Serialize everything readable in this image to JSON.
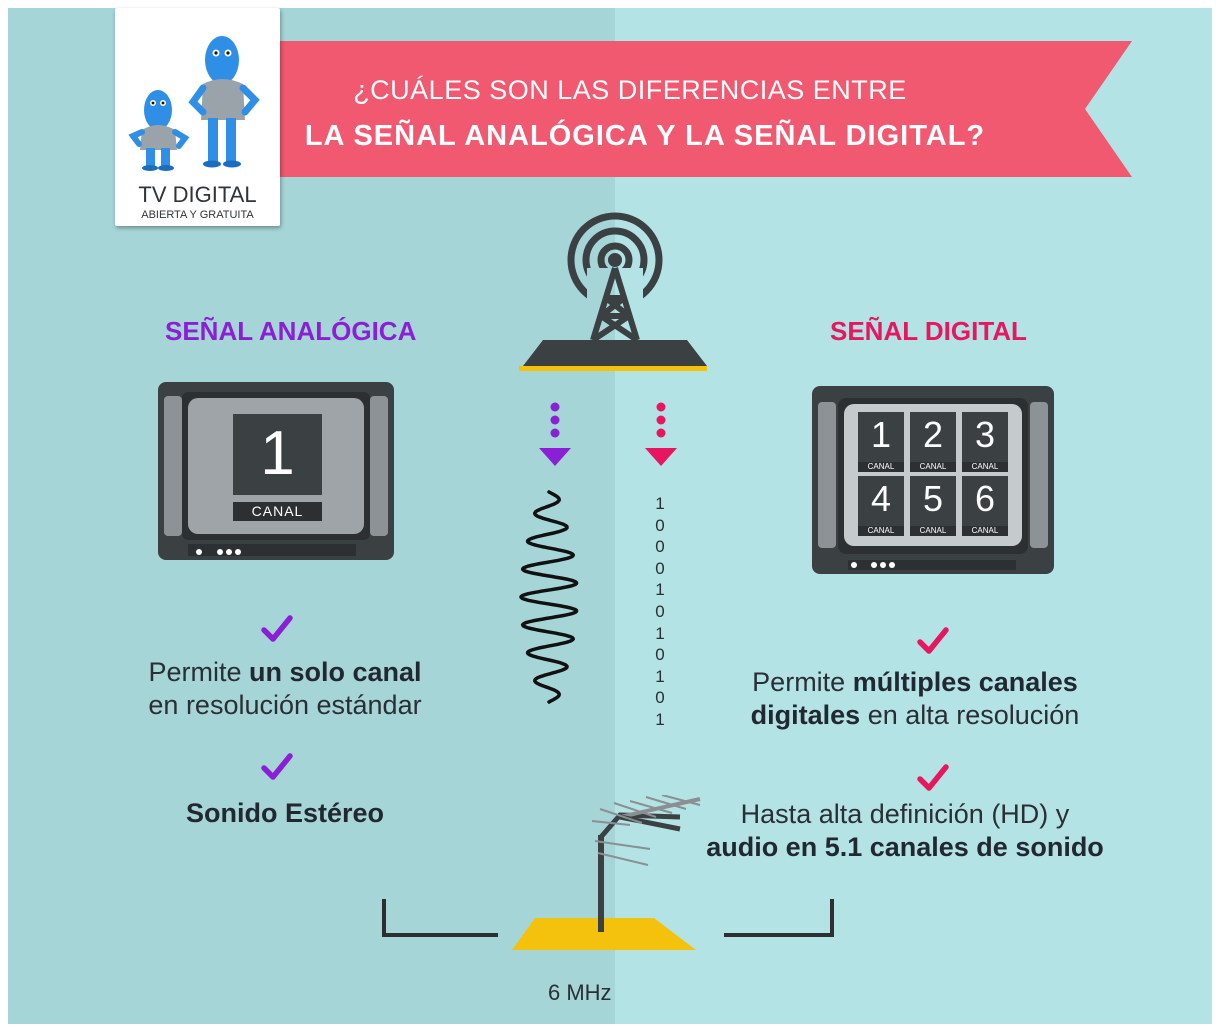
{
  "logo": {
    "title": "TV DIGITAL",
    "subtitle": "ABIERTA Y GRATUITA"
  },
  "header": {
    "line1": "¿CUÁLES SON LAS DIFERENCIAS ENTRE",
    "line2": "LA SEÑAL ANALÓGICA Y LA SEÑAL DIGITAL?"
  },
  "analog": {
    "title": "SEÑAL ANALÓGICA",
    "channel_number": "1",
    "channel_label": "CANAL",
    "features": [
      {
        "pre": "Permite ",
        "bold": "un solo canal",
        "post": "en resolución estándar"
      },
      {
        "pre": "",
        "bold": "Sonido Estéreo",
        "post": ""
      }
    ]
  },
  "digital": {
    "title": "SEÑAL DIGITAL",
    "channels": [
      "1",
      "2",
      "3",
      "4",
      "5",
      "6"
    ],
    "channel_label": "CANAL",
    "bits": [
      "1",
      "0",
      "0",
      "0",
      "1",
      "0",
      "1",
      "0",
      "1",
      "0",
      "1"
    ],
    "feature1": {
      "pre": "Permite ",
      "bold1": "múltiples canales",
      "bold2": "digitales",
      "post": " en alta resolución"
    },
    "feature2": {
      "line1": "Hasta alta definición (HD) y",
      "bold": "audio en 5.1 canales de sonido"
    }
  },
  "bandwidth": "6 MHz",
  "colors": {
    "analog_accent": "#8b1fd6",
    "digital_accent": "#e8155f",
    "banner": "#f0596f",
    "left_bg": "#a6d5d8",
    "right_bg": "#b3e3e5",
    "yellow": "#f4c20d",
    "dark": "#3b4043"
  },
  "icons": [
    "mascot-icon",
    "broadcast-tower-icon",
    "arrow-down-icon",
    "analog-wave-icon",
    "tv-icon",
    "check-icon",
    "antenna-icon",
    "channel-bracket-icon"
  ]
}
